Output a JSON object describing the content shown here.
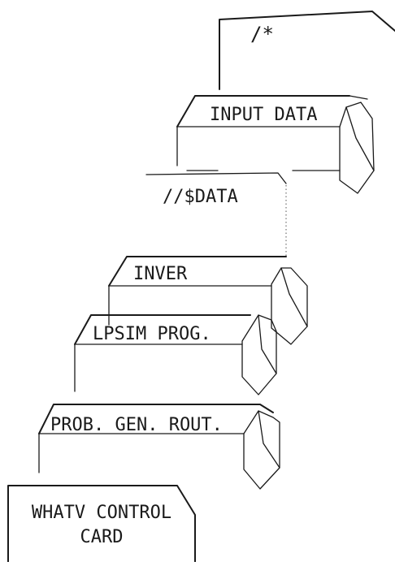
{
  "deck": {
    "cards": [
      {
        "id": "end-of-data",
        "label": "/*"
      },
      {
        "id": "input-data",
        "label": "INPUT DATA"
      },
      {
        "id": "data-control",
        "label": "//$DATA"
      },
      {
        "id": "inver",
        "label": "INVER"
      },
      {
        "id": "lpsim-prog",
        "label": "LPSIM PROG."
      },
      {
        "id": "prob-gen-rout",
        "label": "PROB. GEN. ROUT."
      },
      {
        "id": "whatv-control-card",
        "label_line1": "WHATV CONTROL",
        "label_line2": "CARD"
      }
    ]
  }
}
